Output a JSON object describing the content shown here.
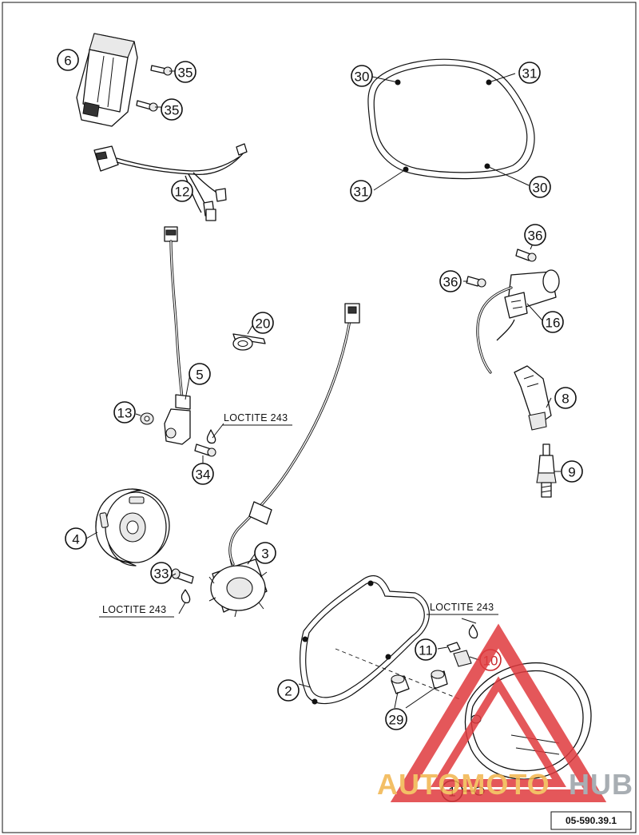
{
  "callouts": {
    "c6": "6",
    "c35a": "35",
    "c35b": "35",
    "c30a": "30",
    "c31a": "31",
    "c31b": "31",
    "c30b": "30",
    "c12": "12",
    "c36a": "36",
    "c36b": "36",
    "c16": "16",
    "c20": "20",
    "c5": "5",
    "c8": "8",
    "c13": "13",
    "c34": "34",
    "c9": "9",
    "c4": "4",
    "c3": "3",
    "c33": "33",
    "c11": "11",
    "c10": "10",
    "c2": "2",
    "c29": "29",
    "c1": "1"
  },
  "notes": {
    "loctite_1": "LOCTITE 243",
    "loctite_2": "LOCTITE 243",
    "loctite_3": "LOCTITE 243"
  },
  "reference": "05-590.39.1",
  "watermark": {
    "word_a": "AUTOMOTO",
    "word_b": "HUB",
    "color_triangle": "#e03a3e",
    "color_auto": "#f2b44c",
    "color_hub": "#9aa0a6"
  },
  "colors": {
    "line": "#111111",
    "highlight": "#c8262b",
    "background": "#ffffff"
  }
}
